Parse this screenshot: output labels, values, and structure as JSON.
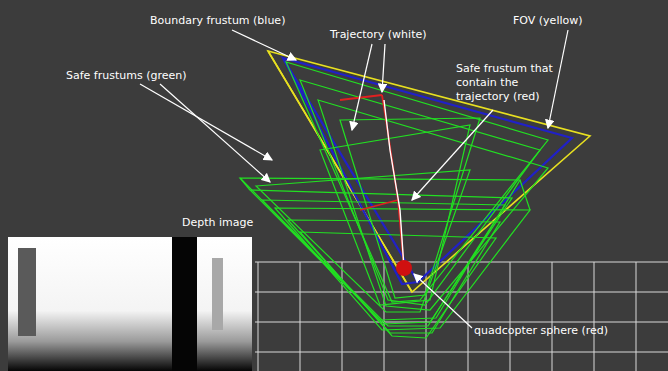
{
  "diagram": {
    "labels": [
      "Boundary frustum (blue)",
      "Trajectory (white)",
      "FOV (yellow)",
      "Safe frustum that contain the trajectory (red)",
      "Safe frustums (green)",
      "Depth image",
      "quadcopter sphere (red)"
    ]
  }
}
